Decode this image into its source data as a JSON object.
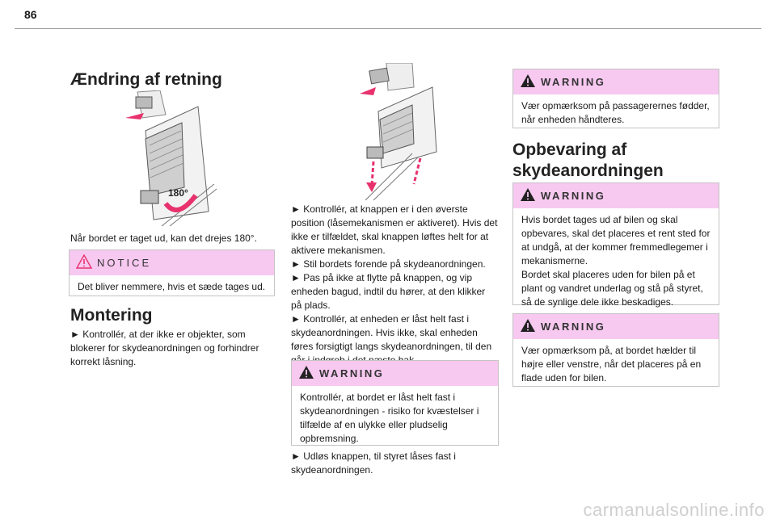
{
  "page": {
    "number": "86",
    "watermark": "carmanualsonline.info"
  },
  "col1": {
    "heading": "Ændring af retning",
    "figure_label": "180°",
    "text1": "Når bordet er taget ud, kan det drejes 180°.",
    "notice": {
      "label": "NOTICE",
      "text": "Det bliver nemmere, hvis et sæde tages ud."
    },
    "heading2": "Montering",
    "text2": "► Kontrollér, at der ikke er objekter, som blokerer for skydeanordningen og forhindrer korrekt låsning."
  },
  "col2": {
    "p1": "► Kontrollér, at knappen er i den øverste position (låsemekanismen er aktiveret). Hvis det ikke er tilfældet, skal knappen løftes helt for at aktivere mekanismen.",
    "p2": "► Stil bordets forende på skydeanordningen.",
    "p3": "► Pas på ikke at flytte på knappen, og vip enheden bagud, indtil du hører, at den klikker på plads.",
    "p4": "► Kontrollér, at enheden er låst helt fast i skydeanordningen. Hvis ikke, skal enheden føres forsigtigt langs skydeanordningen, til den går i indgreb i det næste hak.",
    "warning": {
      "label": "WARNING",
      "text": "Kontrollér, at bordet er låst helt fast i skydeanordningen - risiko for kvæstelser i tilfælde af en ulykke eller pludselig opbremsning."
    },
    "p5": "► Udløs knappen, til styret låses fast i skydeanordningen."
  },
  "col3": {
    "warning1": {
      "label": "WARNING",
      "text": "Vær opmærksom på passagerernes fødder, når enheden håndteres."
    },
    "heading": "Opbevaring af skydeanordningen",
    "warning2": {
      "label": "WARNING",
      "text1": "Hvis bordet tages ud af bilen og skal opbevares, skal det placeres et rent sted for at undgå, at der kommer fremmedlegemer i mekanismerne.",
      "text2": "Bordet skal placeres uden for bilen på et plant og vandret underlag og stå på styret, så de synlige dele ikke beskadiges."
    },
    "warning3": {
      "label": "WARNING",
      "text": "Vær opmærksom på, at bordet hælder til højre eller venstre, når det placeres på en flade uden for bilen."
    }
  },
  "colors": {
    "box_header": "#f7c8f0",
    "arrow": "#e8326e"
  }
}
